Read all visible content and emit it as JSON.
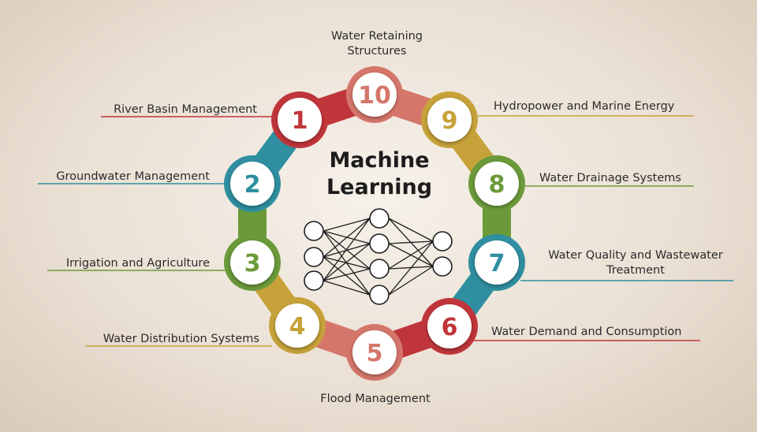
{
  "center": {
    "line1": "Machine",
    "line2": "Learning"
  },
  "items": [
    {
      "num": "1",
      "label": [
        "River Basin Management"
      ],
      "color": "#c0353a"
    },
    {
      "num": "2",
      "label": [
        "Groundwater Management"
      ],
      "color": "#2f8fa0"
    },
    {
      "num": "3",
      "label": [
        "Irrigation and Agriculture"
      ],
      "color": "#6b9a3a"
    },
    {
      "num": "4",
      "label": [
        "Water Distribution Systems"
      ],
      "color": "#c7a23a"
    },
    {
      "num": "5",
      "label": [
        "Flood Management"
      ],
      "color": "#d5766b"
    },
    {
      "num": "6",
      "label": [
        "Water Demand and Consumption"
      ],
      "color": "#c0353a"
    },
    {
      "num": "7",
      "label": [
        "Water Quality and Wastewater",
        "Treatment"
      ],
      "color": "#2f8fa0"
    },
    {
      "num": "8",
      "label": [
        "Water Drainage Systems"
      ],
      "color": "#6b9a3a"
    },
    {
      "num": "9",
      "label": [
        "Hydropower and Marine Energy"
      ],
      "color": "#c7a23a"
    },
    {
      "num": "10",
      "label": [
        "Water Retaining",
        "Structures"
      ],
      "color": "#d5766b"
    }
  ],
  "network": {
    "layers": [
      3,
      4,
      2
    ],
    "icon": "neural-network-icon"
  }
}
